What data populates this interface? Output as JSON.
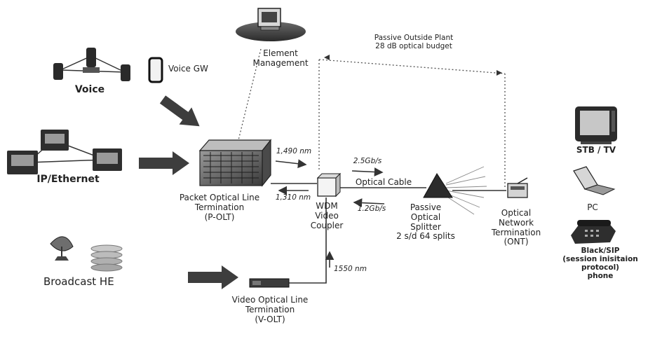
{
  "labels": {
    "element_management": "Element\nManagement",
    "passive_outside_plant": "Passive Outside Plant\n28 dB optical budget",
    "voice": "Voice",
    "voice_gw": "Voice GW",
    "ip_ethernet": "IP/Ethernet",
    "p_olt": "Packet Optical Line\nTermination\n(P-OLT)",
    "wdm_coupler": "WDM\nVideo\nCoupler",
    "broadcast_he": "Broadcast HE",
    "v_olt": "Video Optical Line\nTermination\n(V-OLT)",
    "wl_1490": "1,490 nm",
    "wl_1310": "1,310 nm",
    "wl_1550": "1550 nm",
    "down_rate": "2.5Gb/s",
    "up_rate": "1.2Gb/s",
    "optical_cable": "Optical Cable",
    "splitter": "Passive\nOptical\nSplitter\n2 s/d 64 splits",
    "ont": "Optical\nNetwork\nTermination\n(ONT)",
    "stb_tv": "STB / TV",
    "pc": "PC",
    "phone": "Black/SIP\n(session inisitaion\nprotocol)\nphone"
  },
  "icons": {
    "mgmt_terminal": "computer-terminal-icon",
    "olt_rack": "equipment-rack-icon",
    "splitter": "triangle-splitter-icon",
    "ont": "ont-box-icon",
    "tv": "television-icon",
    "pc": "laptop-icon",
    "phone": "telephone-icon",
    "satellite": "satellite-dish-icon",
    "servers": "server-stack-icon"
  }
}
